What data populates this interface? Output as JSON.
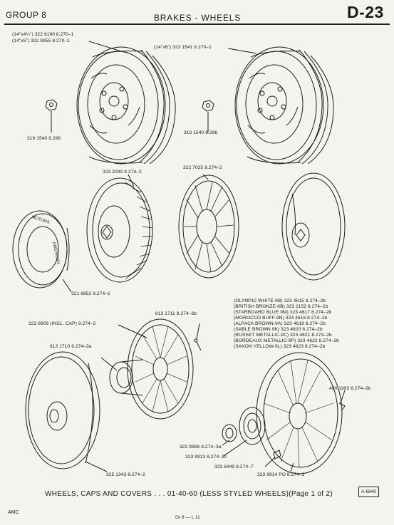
{
  "header": {
    "group": "GROUP 8",
    "section": "BRAKES - WHEELS",
    "page_code": "D-23"
  },
  "callouts": {
    "wheel_14_left_a": "(14\"x4½\") 322 9190 8.270–1",
    "wheel_14_left_b": "(14\"x5\") 322 9355 8.270–1",
    "wheel_14x6": "(14\"x6\") 323 1541 8.270–1",
    "nut_left": "319 1540 8.286",
    "nut_right": "319 1540 8.286",
    "cover_a": "323 2049 8.274–2",
    "cover_b": "322 7025 8.274–2",
    "hubcap": "321 8852 8.274–1",
    "wire_wheel": "323 6909 (INCL. CAP) 8.274–2",
    "screw_top": "813 1711 8.274–3b",
    "hub_cap_center": "813 1710 8.274–3a",
    "plain_cover": "325 1343 8.274–2",
    "ornament": "323 9888 8.274–3a",
    "spinner": "323 9913 8.274–3c",
    "adapter": "323 6449 8.274–7",
    "wire_cover": "323 9914 PO 8.274–2",
    "clip": "400 1993 8.274–3b",
    "color_list": [
      "(OLYMPIC WHITE-9B) 323 4615 8.274–2b",
      "(BRITISH BRONZE-8B) 323 2152 8.274–2b",
      "(STARBOARD BLUE 9M) 323 4617 8.274–2b",
      "(MOROCCO BUFF-9N) 323 4618 8.274–2b",
      "(ALPACA BROWN-9A) 323 4619 8.274–2b",
      "(SABLE BROWN 9K) 323 4620 8.274–2b",
      "(RUSSET METALLIC-9C) 323 4621 8.274–2b",
      "(BORDEAUX METALLIC-9P) 323 4622 8.274–2b",
      "(SAXON YELLOW-9L) 323 4623 8.274–2b"
    ],
    "hubcap_text_a": "AMERICAN",
    "hubcap_text_b": "MOTORS"
  },
  "caption": "WHEELS, CAPS AND COVERS . . . 01-40-60 (LESS STYLED WHEELS)(Page 1 of 2)",
  "box_id": "A-6840",
  "footer": {
    "left": "AMC",
    "center": "Gr 8 — L 11"
  }
}
